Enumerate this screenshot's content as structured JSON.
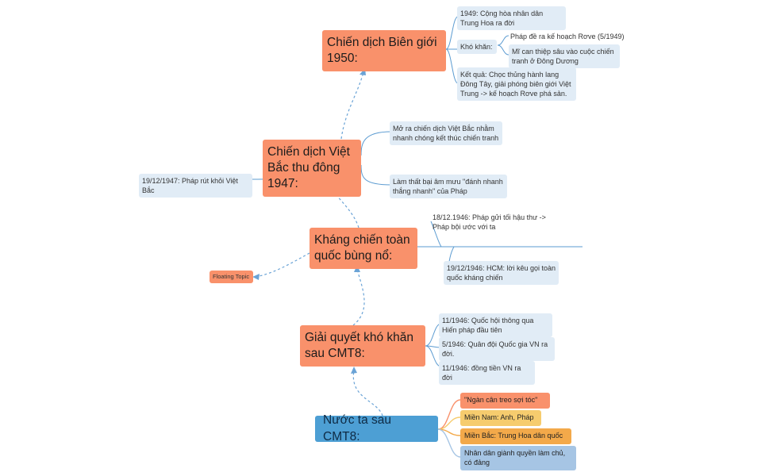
{
  "root": {
    "label": "Nước ta sau CMT8:"
  },
  "root_children": [
    {
      "label": "\"Ngàn cân treo sợi tóc\"",
      "color": "#f9916b"
    },
    {
      "label": "Miền Nam: Anh, Pháp",
      "color": "#f6cc6e"
    },
    {
      "label": "Miền Bắc: Trung Hoa dân quốc",
      "color": "#f3a94a"
    },
    {
      "label": "Nhân dân giành quyền làm chủ, có đảng",
      "color": "#a6c5e4"
    }
  ],
  "topics": {
    "solve": {
      "label": "Giải quyết khó khăn sau CMT8:",
      "children": [
        "11/1946: Quốc hội thông qua Hiến pháp đầu tiên",
        "5/1946: Quân đội Quốc gia VN ra đời.",
        "11/1946: đồng tiền VN ra đời"
      ]
    },
    "resist": {
      "label": "Kháng chiến toàn quốc bùng nổ:",
      "children": [
        "18/12.1946: Pháp gửi tối hậu thư -> Pháp bội ước với ta",
        "19/12/1946: HCM: lời kêu gọi toàn quốc kháng chiến"
      ]
    },
    "vietbac": {
      "label": "Chiến dịch Việt Bắc thu đông 1947:",
      "children": [
        "Mở ra chiến dịch Việt Bắc nhằm nhanh chóng kết thúc chiến tranh",
        "Làm thất bại âm mưu \"đánh nhanh thắng nhanh\" của Pháp"
      ],
      "left_child": "19/12/1947: Pháp rút khỏi Việt Bắc"
    },
    "border": {
      "label": "Chiến dịch Biên giới 1950:",
      "children": [
        "1949: Cộng hòa nhân dân Trung Hoa ra đời",
        "Khó khăn:",
        "Kết quả: Chọc thủng hành lang Đông Tây, giải phóng biên giới Việt Trung -> kế hoạch Rơve phá sản."
      ],
      "difficulties": [
        "Pháp đề ra kế hoạch Rơve (5/1949)",
        "Mĩ can thiệp sâu vào cuộc chiến tranh ở Đông Dương"
      ]
    }
  },
  "floating_topic": {
    "label": "Floating Topic"
  },
  "colors": {
    "main_topic": "#f9916b",
    "root_topic": "#4d9fd4",
    "subtopic": "#e1ecf6",
    "connector": "#5b9bd1"
  }
}
